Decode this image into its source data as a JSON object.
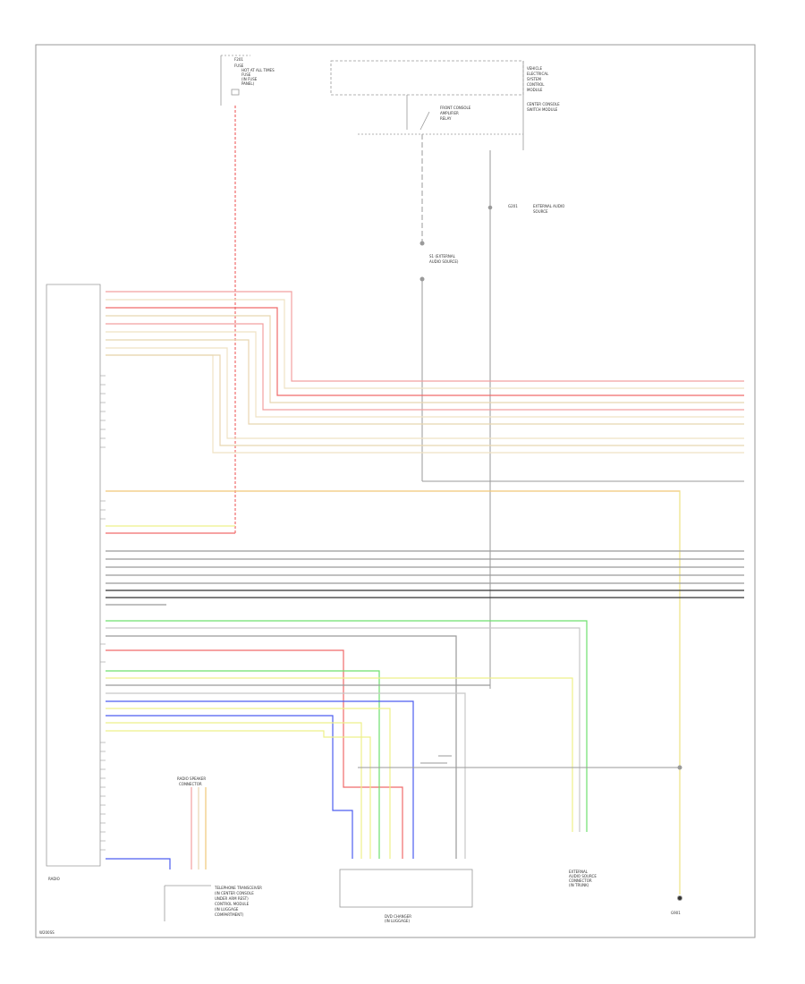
{
  "colors": {
    "red": "#f06a6a",
    "pink": "#f2a0a0",
    "tan": "#e8d6b0",
    "beige": "#efe2c4",
    "yellow": "#eef08a",
    "orange": "#f0c878",
    "gray": "#9a9a9a",
    "lightgray": "#c8c8c8",
    "green": "#6ee06e",
    "blue": "#4d5ef0",
    "black": "#333333"
  },
  "labels": {
    "fuse": "FUSE",
    "fuse_desc": [
      "HOT AT ALL TIMES",
      "FUSE",
      "(IN FUSE",
      "PANEL)"
    ],
    "vehicle_electrical": [
      "VEHICLE",
      "ELECTRICAL",
      "SYSTEM",
      "CONTROL",
      "MODULE"
    ],
    "center_console": [
      "CENTER CONSOLE",
      "SWITCH MODULE"
    ],
    "switch_desc": [
      "FRONT CONSOLE",
      "AMPLIFIER",
      "RELAY"
    ],
    "ground_label": "G201",
    "ground_desc": [
      "EXTERNAL AUDIO",
      "SOURCE"
    ],
    "splice_upper": [
      "S1 (EXTERNAL",
      "AUDIO SOURCE)"
    ],
    "radio_module": "RADIO",
    "power_supply": [
      "RADIO SPEAKER",
      "CONNECTOR"
    ],
    "dvd_changer": [
      "DVD CHANGER",
      "(IN LUGGAGE)"
    ],
    "external_box": [
      "EXTERNAL",
      "AUDIO SOURCE",
      "CONNECTOR",
      "(IN TRUNK)"
    ],
    "telephone_box": [
      "TELEPHONE TRANSCEIVER",
      "(IN CENTER CONSOLE",
      "UNDER ARM REST)",
      "CONTROL MODULE",
      "(IN LUGGAGE",
      "COMPARTMENT)"
    ],
    "bottom_ground": "G901",
    "diagram_id": "W200SS",
    "fuse_ref": "F201"
  }
}
